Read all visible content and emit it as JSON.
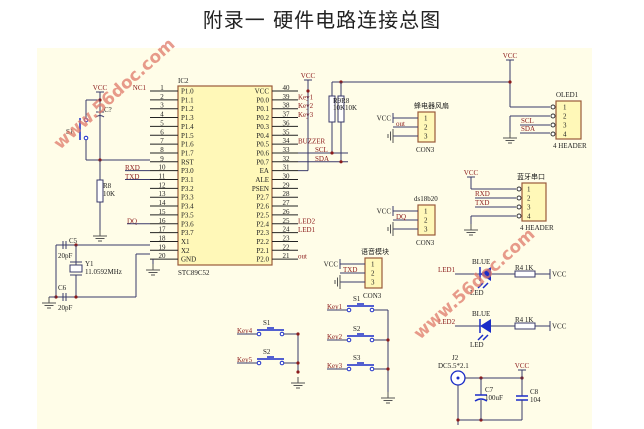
{
  "title": "附录一  硬件电路连接总图",
  "colors": {
    "background": "#fffde8",
    "chip_fill": "#fff8b8",
    "wire": "#3a3a6a",
    "net_label": "#8b1a1a",
    "led_blue": "#1a2cc8"
  },
  "watermark": [
    "www.56doc.com",
    "www.56doc.com"
  ],
  "mcu": {
    "ref": "IC2",
    "part": "STC89C52",
    "left_pins": [
      {
        "num": "1",
        "name": "P1.0",
        "net": "NC1"
      },
      {
        "num": "2",
        "name": "P1.1",
        "net": ""
      },
      {
        "num": "3",
        "name": "P1.2",
        "net": ""
      },
      {
        "num": "4",
        "name": "P1.3",
        "net": ""
      },
      {
        "num": "5",
        "name": "P1.4",
        "net": ""
      },
      {
        "num": "6",
        "name": "P1.5",
        "net": ""
      },
      {
        "num": "7",
        "name": "P1.6",
        "net": ""
      },
      {
        "num": "8",
        "name": "P1.7",
        "net": ""
      },
      {
        "num": "9",
        "name": "RST",
        "net": ""
      },
      {
        "num": "10",
        "name": "P3.0",
        "net": "RXD"
      },
      {
        "num": "11",
        "name": "P3.1",
        "net": "TXD"
      },
      {
        "num": "12",
        "name": "P3.2",
        "net": ""
      },
      {
        "num": "13",
        "name": "P3.3",
        "net": ""
      },
      {
        "num": "14",
        "name": "P3.4",
        "net": ""
      },
      {
        "num": "15",
        "name": "P3.5",
        "net": ""
      },
      {
        "num": "16",
        "name": "P3.6",
        "net": "DQ"
      },
      {
        "num": "17",
        "name": "P3.7",
        "net": ""
      },
      {
        "num": "18",
        "name": "X1",
        "net": ""
      },
      {
        "num": "19",
        "name": "X2",
        "net": ""
      },
      {
        "num": "20",
        "name": "GND",
        "net": ""
      }
    ],
    "right_pins": [
      {
        "num": "40",
        "name": "VCC",
        "net": ""
      },
      {
        "num": "39",
        "name": "P0.0",
        "net": "Key1"
      },
      {
        "num": "38",
        "name": "P0.1",
        "net": "Key2"
      },
      {
        "num": "37",
        "name": "P0.2",
        "net": "Key3"
      },
      {
        "num": "36",
        "name": "P0.3",
        "net": ""
      },
      {
        "num": "35",
        "name": "P0.4",
        "net": ""
      },
      {
        "num": "34",
        "name": "P0.5",
        "net": "BUZZER"
      },
      {
        "num": "33",
        "name": "P0.6",
        "net": "SCL"
      },
      {
        "num": "32",
        "name": "P0.7",
        "net": "SDA"
      },
      {
        "num": "31",
        "name": "EA",
        "net": ""
      },
      {
        "num": "30",
        "name": "ALE",
        "net": ""
      },
      {
        "num": "29",
        "name": "PSEN",
        "net": ""
      },
      {
        "num": "28",
        "name": "P2.7",
        "net": ""
      },
      {
        "num": "27",
        "name": "P2.6",
        "net": ""
      },
      {
        "num": "26",
        "name": "P2.5",
        "net": ""
      },
      {
        "num": "25",
        "name": "P2.4",
        "net": "LED2"
      },
      {
        "num": "24",
        "name": "P2.3",
        "net": "LED1"
      },
      {
        "num": "23",
        "name": "P2.2",
        "net": ""
      },
      {
        "num": "22",
        "name": "P2.1",
        "net": ""
      },
      {
        "num": "21",
        "name": "P2.0",
        "net": "out"
      }
    ]
  },
  "reset": {
    "switch": "S1",
    "cap": "C?",
    "resistor": "R8",
    "resistor_value": "10K",
    "vcc": "VCC"
  },
  "crystal": {
    "ref": "Y1",
    "freq": "11.0592MHz",
    "c5": "C5",
    "c5_val": "20pF",
    "c6": "C6",
    "c6_val": "20pF"
  },
  "pullups": {
    "refs": "R9R8",
    "values": "10K10K",
    "vcc": "VCC"
  },
  "oled": {
    "ref": "OLED1",
    "type": "4 HEADER",
    "pins": [
      "1",
      "2",
      "3",
      "4"
    ],
    "nets": [
      "",
      "",
      "SCL",
      "SDA"
    ],
    "vcc": "VCC"
  },
  "buzzer_fan": {
    "label": "蜂电器风扇",
    "type": "CON3",
    "pins": [
      "1",
      "2",
      "3"
    ],
    "nets": [
      "VCC",
      "out",
      ""
    ]
  },
  "ds18b20": {
    "label": "ds18b20",
    "type": "CON3",
    "pins": [
      "1",
      "2",
      "3"
    ],
    "nets": [
      "VCC",
      "DQ",
      ""
    ]
  },
  "bluetooth": {
    "label": "蓝牙串口",
    "type": "4 HEADER",
    "pins": [
      "1",
      "2",
      "3",
      "4"
    ],
    "nets": [
      "VCC",
      "RXD",
      "TXD",
      ""
    ]
  },
  "voice": {
    "label": "语音模块",
    "type": "CON3",
    "pins": [
      "1",
      "2",
      "3"
    ],
    "nets": [
      "VCC",
      "TXD",
      ""
    ]
  },
  "leds": [
    {
      "net": "LED1",
      "color": "BLUE",
      "ref": "LED",
      "res": "R4 1K",
      "vcc": "VCC"
    },
    {
      "net": "LED2",
      "color": "BLUE",
      "ref": "LED",
      "res": "R4 1K",
      "vcc": "VCC"
    }
  ],
  "keys_left": [
    {
      "ref": "S1",
      "net": "Key4"
    },
    {
      "ref": "S2",
      "net": "Key5"
    }
  ],
  "keys_right": [
    {
      "ref": "S1",
      "net": "Key1"
    },
    {
      "ref": "S2",
      "net": "Key2"
    },
    {
      "ref": "S3",
      "net": "Key3"
    }
  ],
  "power": {
    "jack": "J2",
    "jack_type": "DC5.5*2.1",
    "c7": "C7",
    "c7_val": "100uF",
    "c8": "C8",
    "c8_val": "104",
    "vcc": "VCC"
  }
}
